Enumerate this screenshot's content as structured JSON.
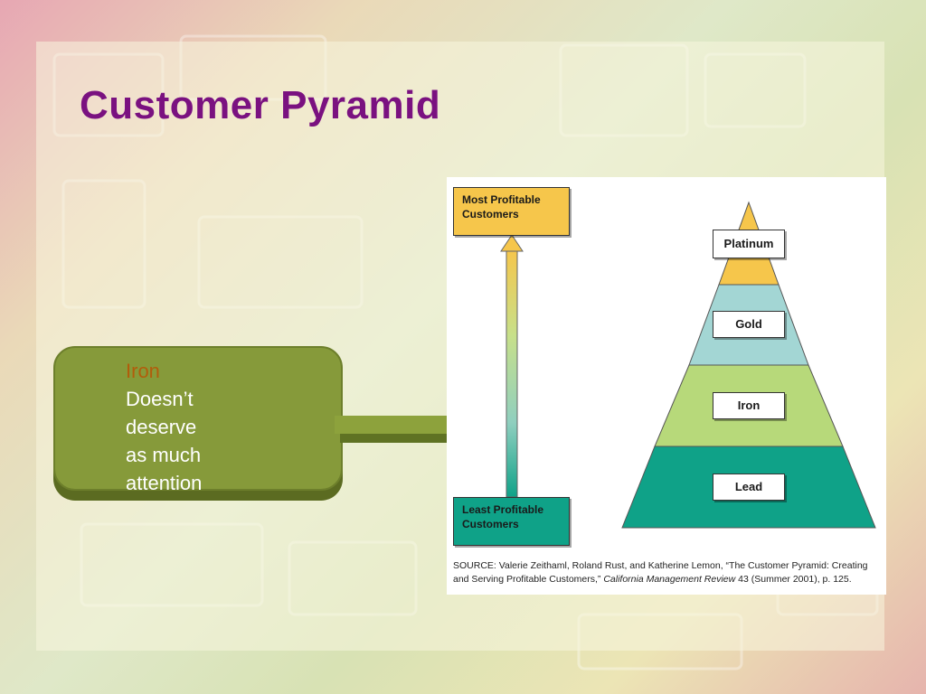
{
  "slide": {
    "title": "Customer Pyramid"
  },
  "callout": {
    "highlight": "Iron",
    "lines": [
      "Doesn’t",
      "deserve",
      "as much",
      "attention"
    ]
  },
  "figure": {
    "top_box": {
      "line1": "Most Profitable",
      "line2": "Customers"
    },
    "bottom_box": {
      "line1": "Least Profitable",
      "line2": "Customers"
    },
    "tiers": [
      "Platinum",
      "Gold",
      "Iron",
      "Lead"
    ],
    "tier_colors": [
      "#f6c64b",
      "#a3d6d4",
      "#b7d97a",
      "#0fa288"
    ],
    "source": {
      "prefix": "SOURCE: Valerie Zeithaml, Roland Rust, and Katherine Lemon, “The Customer Pyramid: Creating and Serving Profitable Customers,”",
      "journal": "California Management Review",
      "suffix": "43 (Summer 2001), p. 125."
    }
  },
  "colors": {
    "title": "#7a1180",
    "callout_fill": "#869a3a",
    "highlight_text": "#b25d0b"
  }
}
